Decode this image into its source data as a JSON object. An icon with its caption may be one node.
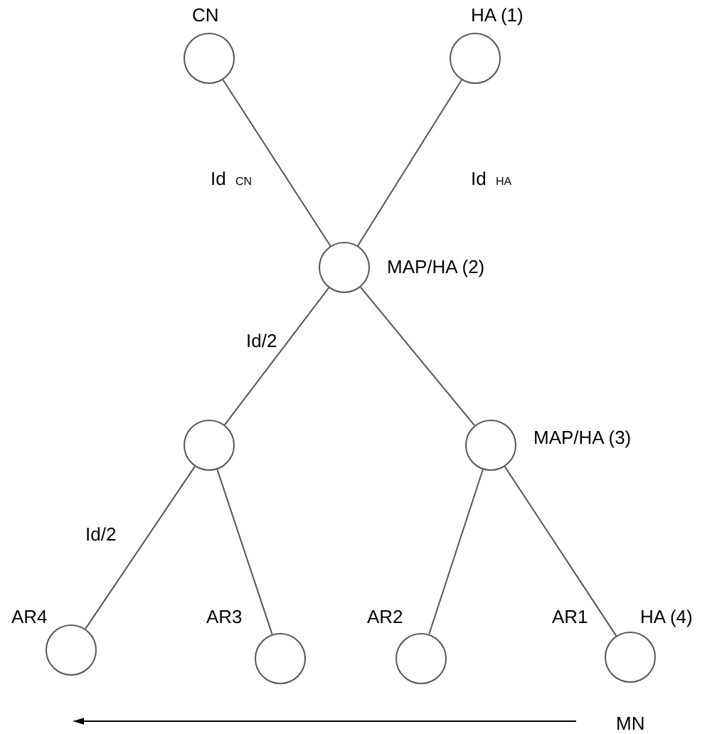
{
  "diagram": {
    "nodes": [
      {
        "text": [],
        "shape": "circle",
        "beside": [
          "CN"
        ]
      },
      {
        "text": [],
        "shape": "circle",
        "beside": [
          "HA (1)"
        ]
      },
      {
        "text": [],
        "shape": "circle",
        "beside": [
          "MAP/HA (2)"
        ]
      },
      {
        "text": [],
        "shape": "circle"
      },
      {
        "text": [],
        "shape": "circle",
        "beside": [
          "MAP/HA (3)"
        ]
      },
      {
        "text": [],
        "shape": "circle",
        "beside": [
          "AR4"
        ]
      },
      {
        "text": [],
        "shape": "circle",
        "beside": [
          "AR3"
        ]
      },
      {
        "text": [],
        "shape": "circle",
        "beside": [
          "AR2"
        ]
      },
      {
        "text": [],
        "shape": "circle",
        "beside": [
          "AR1",
          "HA (4)"
        ]
      }
    ],
    "edges": [
      {
        "from": 0,
        "to": 2,
        "arrow": "none",
        "label": "Id $_{CN}$"
      },
      {
        "from": 1,
        "to": 2,
        "arrow": "none",
        "label": "Id $_{HA}$"
      },
      {
        "from": 2,
        "to": 3,
        "arrow": "none",
        "label": "Id/2"
      },
      {
        "from": 2,
        "to": 4,
        "arrow": "none"
      },
      {
        "from": 3,
        "to": 5,
        "arrow": "none",
        "label": "Id/2"
      },
      {
        "from": 3,
        "to": 6,
        "arrow": "none"
      },
      {
        "from": 4,
        "to": 7,
        "arrow": "none"
      },
      {
        "from": 4,
        "to": 8,
        "arrow": "none"
      }
    ],
    "labels": [
      "MN"
    ]
  }
}
